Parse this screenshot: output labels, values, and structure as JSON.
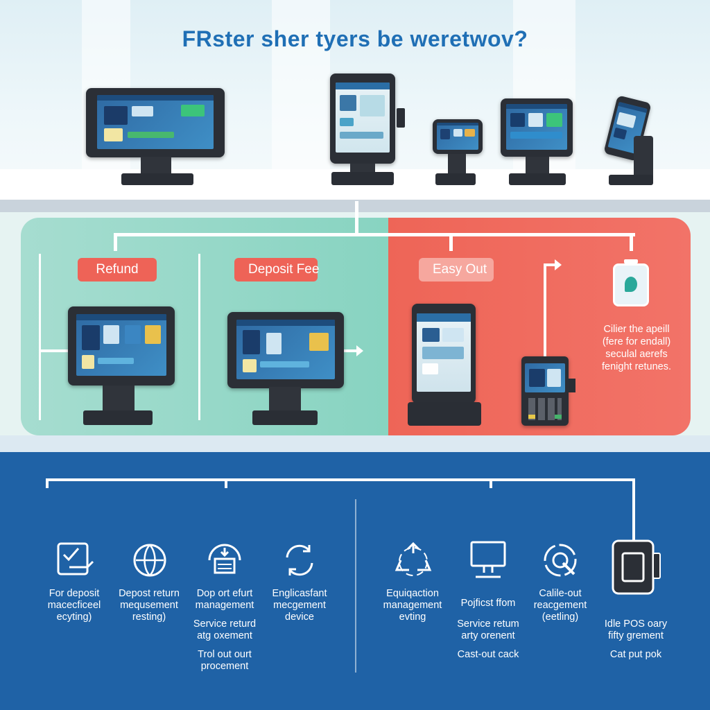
{
  "title": "FRster sher tyers be weretwov?",
  "categories": {
    "refund": "Refund",
    "deposit_fee": "Deposit Fee",
    "easy_out": "Easy Out"
  },
  "note": [
    "Cilier the apeill",
    "(fere for endall)",
    "seculal aerefs",
    "fenight retunes."
  ],
  "features_left": [
    {
      "icon": "checklist-icon",
      "lines": [
        "For deposit",
        "macecficeel",
        "ecyting)"
      ]
    },
    {
      "icon": "recycle-globe-icon",
      "lines": [
        "Depost return",
        "mequsement",
        "resting)"
      ]
    },
    {
      "icon": "pos-terminal-icon",
      "lines": [
        "Dop ort efurt",
        "management"
      ]
    },
    {
      "icon": "refresh-cycle-icon",
      "lines": [
        "Englicasfant",
        "mecgement",
        "device"
      ]
    }
  ],
  "features_left_sub": {
    "service": [
      "Service returd",
      "atg oxement"
    ],
    "trial": [
      "Trol out ourt",
      "procement"
    ]
  },
  "features_right": [
    {
      "icon": "recycle-arrows-icon",
      "lines": [
        "Equiqaction",
        "management",
        "evting"
      ]
    },
    {
      "icon": "monitor-icon",
      "lines": [
        "Pojficst ffom"
      ]
    },
    {
      "icon": "target-icon",
      "lines": [
        "Calile-out",
        "reacgement",
        "(eetling)"
      ]
    },
    {
      "icon": "tablet-icon",
      "lines": [
        "Idle POS oary",
        "fifty grement"
      ]
    }
  ],
  "features_right_sub": {
    "service": [
      "Service retum",
      "arty orenent"
    ],
    "cashout": "Cast-out cack",
    "catput": "Cat put pok"
  },
  "colors": {
    "title": "#1f6fb5",
    "teal_panel": "#86d3c0",
    "red_panel": "#ee6557",
    "bottom_panel": "#1f62a6"
  }
}
